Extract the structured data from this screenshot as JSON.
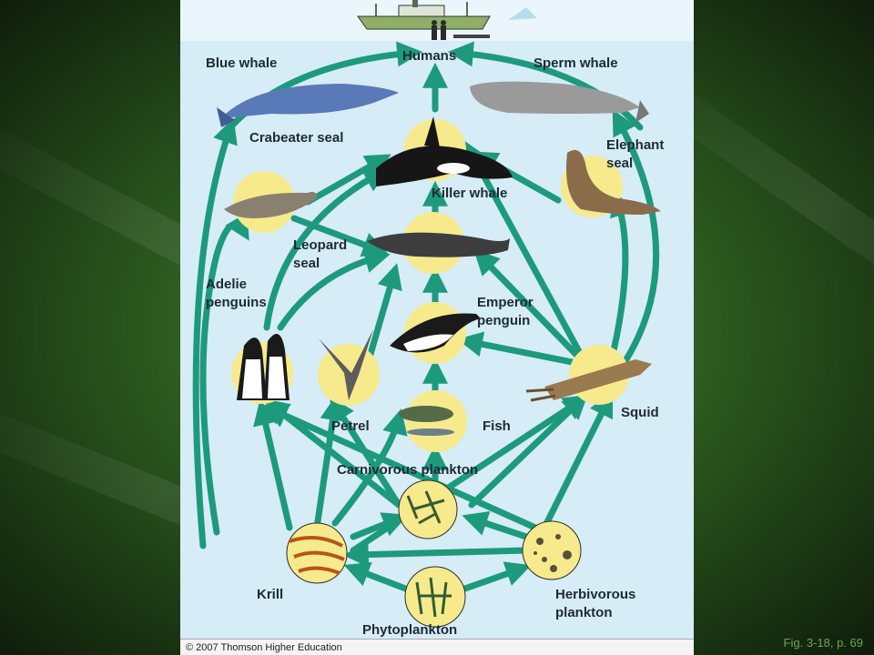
{
  "diagram": {
    "labels": {
      "humans": "Humans",
      "blue_whale": "Blue whale",
      "sperm_whale": "Sperm whale",
      "crabeater_seal": "Crabeater seal",
      "elephant_seal": "Elephant seal",
      "killer_whale": "Killer whale",
      "leopard_seal": "Leopard\nseal",
      "adelie_penguins": "Adelie\npenguins",
      "emperor_penguin": "Emperor\npenguin",
      "squid": "Squid",
      "petrel": "Petrel",
      "fish": "Fish",
      "carnivorous_plankton": "Carnivorous plankton",
      "krill": "Krill",
      "herbivorous_plankton": "Herbivorous\nplankton",
      "phytoplankton": "Phytoplankton"
    },
    "copyright": "© 2007 Thomson Higher Education",
    "figure_ref": "Fig. 3-18, p. 69",
    "colors": {
      "arrow": "#1d9a7c",
      "node_fill": "#f7ea8c",
      "water": "#d6ecf6",
      "panel_bg": "#4f8f3a"
    }
  }
}
